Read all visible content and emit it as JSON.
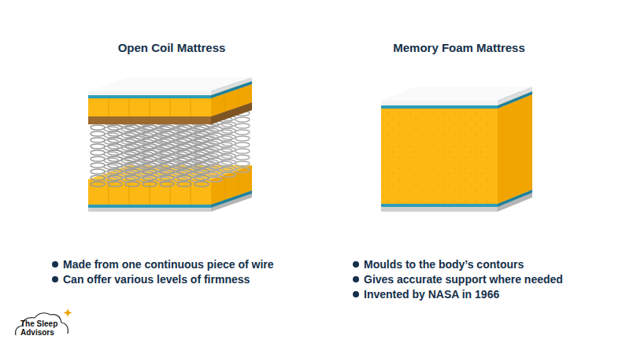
{
  "diagram": {
    "labels": [
      "Open Coil Mattress",
      "Made from one continuous piece of wire",
      "Can offer various levels of firmness",
      "Memory Foam Mattress",
      "Moulds to the body’s contours",
      "Gives accurate support where needed",
      "Invented by NASA in 1966",
      "The Sleep Advisors"
    ]
  }
}
